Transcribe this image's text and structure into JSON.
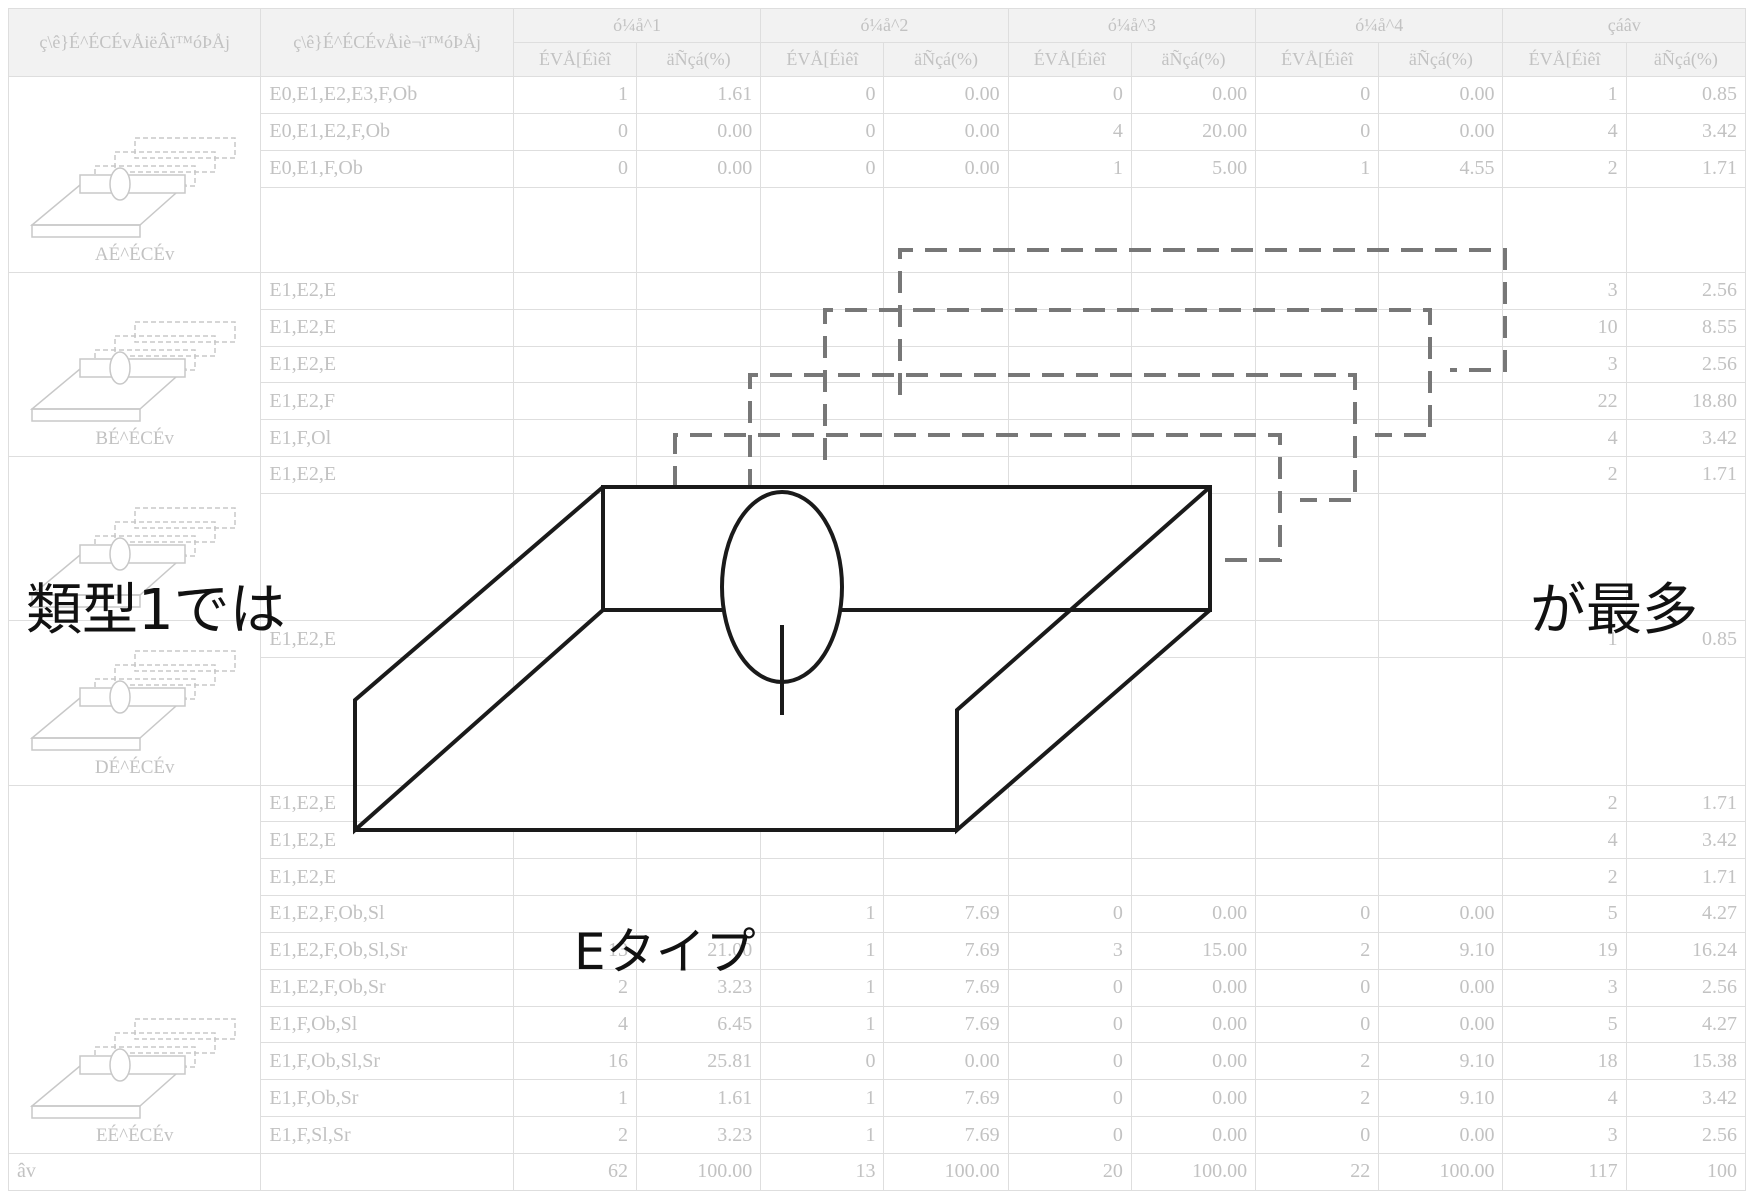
{
  "table": {
    "header": {
      "col_a": "ç\\ê}É^ÉCÉvÅiëÂï™óÞÅj",
      "col_b": "ç\\ê}É^ÉCÉvÅiè¬ï™óÞÅj",
      "groups": [
        "ó¼å^1",
        "ó¼å^2",
        "ó¼å^3",
        "ó¼å^4",
        "çáâv"
      ],
      "sub_count": "ÉVÅ[Éìêî",
      "sub_pct": "äÑçá(%)"
    },
    "groups": [
      {
        "type_label": "AÉ^ÉCÉv",
        "rows": [
          {
            "code": "E0,E1,E2,E3,F,Ob",
            "v": [
              "1",
              "1.61",
              "0",
              "0.00",
              "0",
              "0.00",
              "0",
              "0.00",
              "1",
              "0.85"
            ]
          },
          {
            "code": "E0,E1,E2,F,Ob",
            "v": [
              "0",
              "0.00",
              "0",
              "0.00",
              "4",
              "20.00",
              "0",
              "0.00",
              "4",
              "3.42"
            ]
          },
          {
            "code": "E0,E1,F,Ob",
            "v": [
              "0",
              "0.00",
              "0",
              "0.00",
              "1",
              "5.00",
              "1",
              "4.55",
              "2",
              "1.71"
            ]
          }
        ]
      },
      {
        "type_label": "BÉ^ÉCÉv",
        "rows": [
          {
            "code": "E1,E2,E",
            "v": [
              "",
              "",
              "",
              "",
              "",
              "",
              "",
              "",
              "3",
              "2.56"
            ]
          },
          {
            "code": "E1,E2,E",
            "v": [
              "",
              "",
              "",
              "",
              "",
              "",
              "",
              "",
              "10",
              "8.55"
            ]
          },
          {
            "code": "E1,E2,E",
            "v": [
              "",
              "",
              "",
              "",
              "",
              "",
              "",
              "",
              "3",
              "2.56"
            ]
          },
          {
            "code": "E1,E2,F",
            "v": [
              "",
              "",
              "",
              "",
              "",
              "",
              "",
              "",
              "22",
              "18.80"
            ]
          },
          {
            "code": "E1,F,Ol",
            "v": [
              "",
              "",
              "",
              "",
              "",
              "",
              "",
              "",
              "4",
              "3.42"
            ]
          }
        ]
      },
      {
        "type_label": "",
        "rows": [
          {
            "code": "E1,E2,E",
            "v": [
              "",
              "",
              "",
              "",
              "",
              "",
              "",
              "",
              "2",
              "1.71"
            ]
          }
        ]
      },
      {
        "type_label": "DÉ^ÉCÉv",
        "rows": [
          {
            "code": "E1,E2,E",
            "v": [
              "",
              "",
              "",
              "",
              "",
              "",
              "",
              "",
              "1",
              "0.85"
            ]
          }
        ]
      },
      {
        "type_label": "EÉ^ÉCÉv",
        "rows": [
          {
            "code": "E1,E2,E",
            "v": [
              "",
              "",
              "",
              "",
              "",
              "",
              "",
              "",
              "2",
              "1.71"
            ]
          },
          {
            "code": "E1,E2,E",
            "v": [
              "",
              "",
              "",
              "",
              "",
              "",
              "",
              "",
              "4",
              "3.42"
            ]
          },
          {
            "code": "E1,E2,E",
            "v": [
              "",
              "",
              "",
              "",
              "",
              "",
              "",
              "",
              "2",
              "1.71"
            ]
          },
          {
            "code": "E1,E2,F,Ob,Sl",
            "v": [
              "",
              "",
              "1",
              "7.69",
              "0",
              "0.00",
              "0",
              "0.00",
              "5",
              "4.27"
            ]
          },
          {
            "code": "E1,E2,F,Ob,Sl,Sr",
            "v": [
              "13",
              "21.00",
              "1",
              "7.69",
              "3",
              "15.00",
              "2",
              "9.10",
              "19",
              "16.24"
            ]
          },
          {
            "code": "E1,E2,F,Ob,Sr",
            "v": [
              "2",
              "3.23",
              "1",
              "7.69",
              "0",
              "0.00",
              "0",
              "0.00",
              "3",
              "2.56"
            ]
          },
          {
            "code": "E1,F,Ob,Sl",
            "v": [
              "4",
              "6.45",
              "1",
              "7.69",
              "0",
              "0.00",
              "0",
              "0.00",
              "5",
              "4.27"
            ]
          },
          {
            "code": "E1,F,Ob,Sl,Sr",
            "v": [
              "16",
              "25.81",
              "0",
              "0.00",
              "0",
              "0.00",
              "2",
              "9.10",
              "18",
              "15.38"
            ]
          },
          {
            "code": "E1,F,Ob,Sr",
            "v": [
              "1",
              "1.61",
              "1",
              "7.69",
              "0",
              "0.00",
              "2",
              "9.10",
              "4",
              "3.42"
            ]
          },
          {
            "code": "E1,F,Sl,Sr",
            "v": [
              "2",
              "3.23",
              "1",
              "7.69",
              "0",
              "0.00",
              "0",
              "0.00",
              "3",
              "2.56"
            ]
          }
        ]
      }
    ],
    "total": {
      "label": "âv",
      "v": [
        "62",
        "100.00",
        "13",
        "100.00",
        "20",
        "100.00",
        "22",
        "100.00",
        "117",
        "100"
      ]
    }
  },
  "overlay": {
    "left_caption": "類型1では",
    "right_caption": "が最多",
    "bottom_caption": "Eタイプ"
  },
  "colors": {
    "table_text": "#c2c2c2",
    "table_border": "#dedede",
    "header_bg": "#f2f2f2",
    "caption": "#111111",
    "dashed_stroke": "#777777"
  }
}
